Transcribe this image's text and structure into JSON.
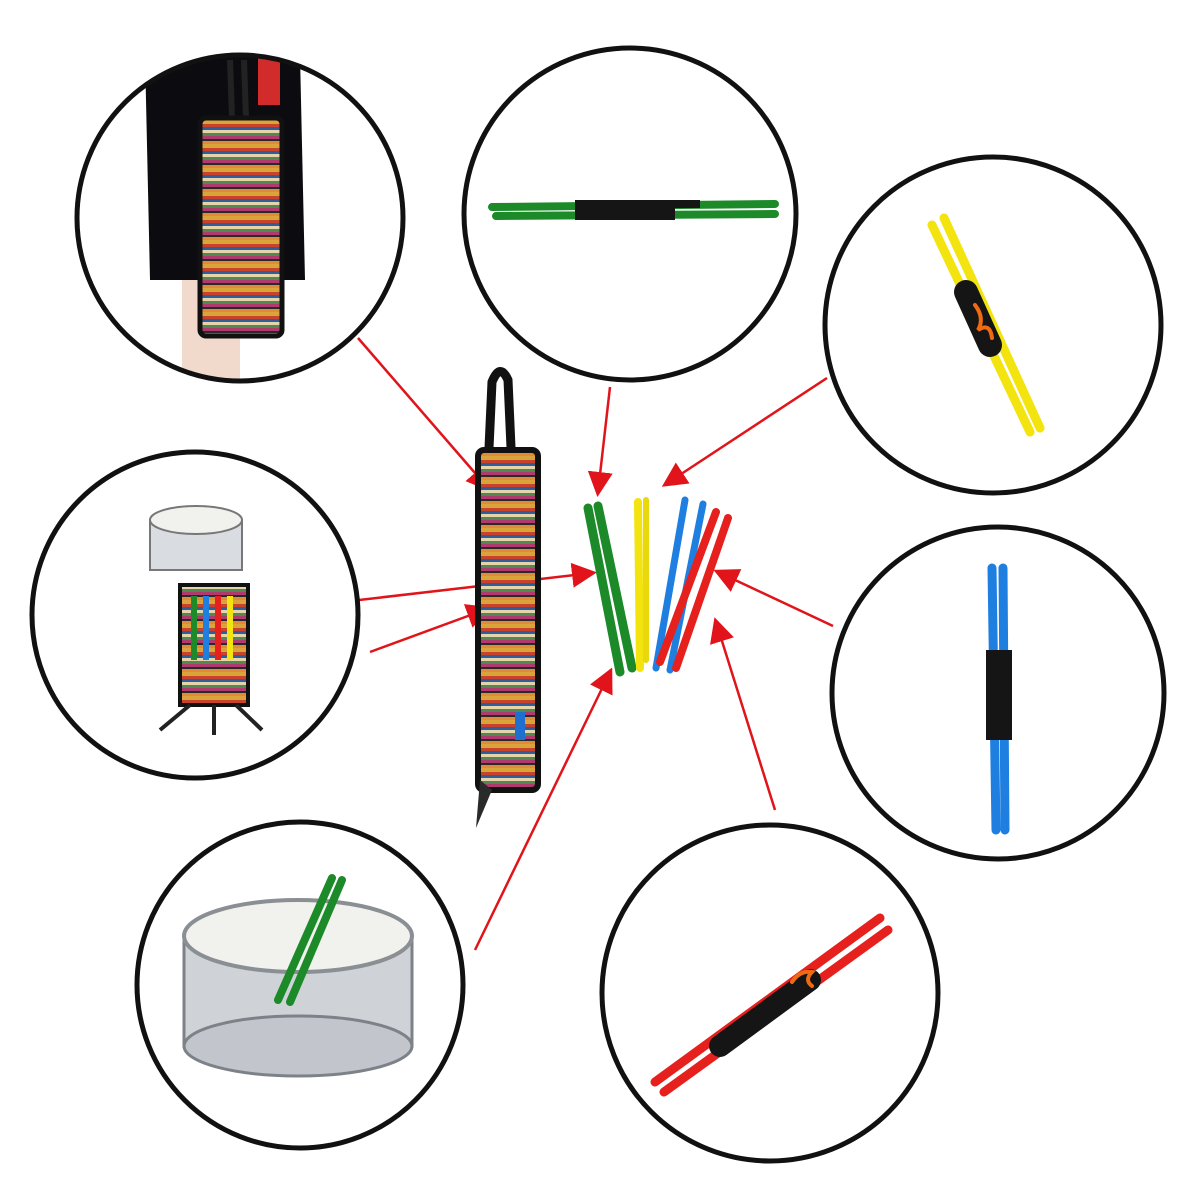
{
  "background": "#ffffff",
  "colors": {
    "circle_outline": "#111111",
    "arrow": "#e0141a",
    "stick_green": "#1d8a2a",
    "stick_yellow": "#f3e410",
    "stick_blue": "#1e7fe0",
    "stick_red": "#e5201d",
    "stick_black_band": "#151515",
    "drum_shell": "#cfd3d8",
    "drum_head": "#f1f1ee",
    "skirt": "#0c0c10"
  },
  "panels": [
    {
      "id": "bag-carried-by-person",
      "icon": "stick-bag-carry-icon"
    },
    {
      "id": "green-drumsticks",
      "icon": "green-drumsticks-icon"
    },
    {
      "id": "yellow-flame-drumsticks",
      "icon": "yellow-drumsticks-icon"
    },
    {
      "id": "bag-hung-on-snare-stand",
      "icon": "snare-with-bag-icon"
    },
    {
      "id": "blue-drumsticks",
      "icon": "blue-drumsticks-icon"
    },
    {
      "id": "snare-drum-with-green-sticks",
      "icon": "snare-drum-icon"
    },
    {
      "id": "red-flame-drumsticks",
      "icon": "red-drumsticks-icon"
    }
  ],
  "center": {
    "bag_icon": "drumstick-bag-icon",
    "sticks": [
      "green",
      "yellow",
      "blue",
      "red"
    ]
  }
}
